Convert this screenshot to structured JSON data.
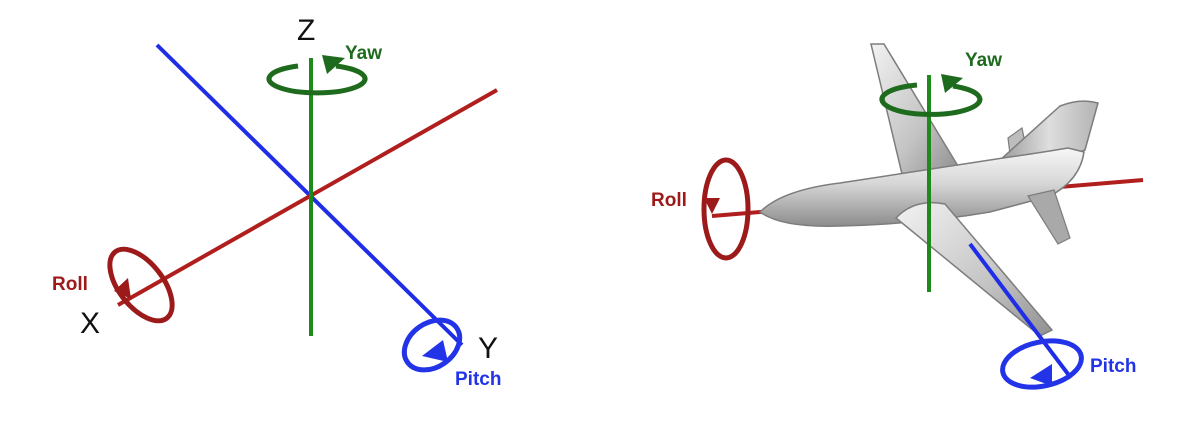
{
  "axes_diagram": {
    "axis_labels": {
      "x": "X",
      "y": "Y",
      "z": "Z"
    },
    "rotation_labels": {
      "yaw": "Yaw",
      "roll": "Roll",
      "pitch": "Pitch"
    }
  },
  "aircraft_diagram": {
    "rotation_labels": {
      "yaw": "Yaw",
      "roll": "Roll",
      "pitch": "Pitch"
    }
  },
  "colors": {
    "x_axis": "#b01e1e",
    "y_axis": "#1f2ee6",
    "z_axis": "#1e8a1e",
    "yaw": "#1e6b1e",
    "roll": "#9c1a1a",
    "pitch": "#2233e8"
  }
}
